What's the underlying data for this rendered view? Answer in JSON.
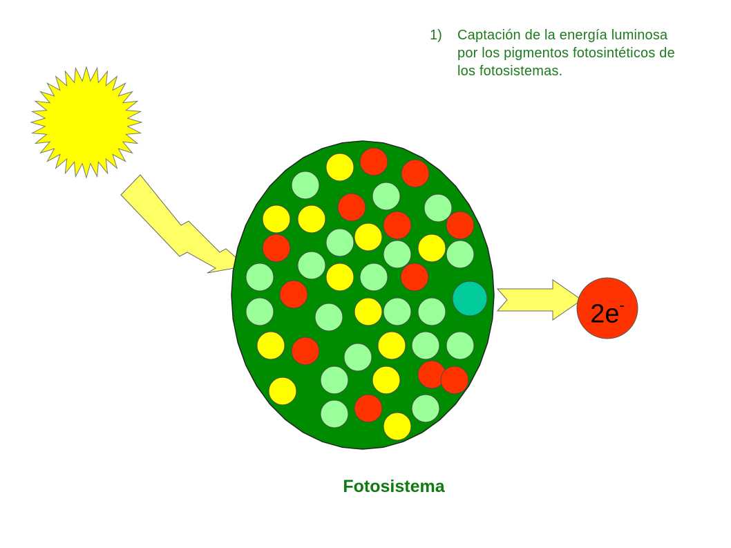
{
  "step": {
    "number": "1)",
    "text": "Captación de la energía luminosa por los pigmentos fotosintéticos de los fotosistemas."
  },
  "photosystem_label": "Fotosistema",
  "electron": {
    "base": "2e",
    "charge": "-"
  },
  "colors": {
    "sun": "#ffff00",
    "photosystem": "#008c00",
    "pigment_red": "#ff3300",
    "pigment_yellow": "#ffff00",
    "pigment_lightgreen": "#99ff99",
    "reaction_center": "#00cc99",
    "electron": "#ff3300",
    "arrow": "#ffff66",
    "text_green": "#1e7a1e"
  },
  "pigments": [
    {
      "type": "red"
    },
    {
      "type": "yellow"
    },
    {
      "type": "red"
    },
    {
      "type": "lightgreen"
    },
    {
      "type": "lightgreen"
    },
    {
      "type": "red"
    },
    {
      "type": "lightgreen"
    },
    {
      "type": "yellow"
    },
    {
      "type": "yellow"
    },
    {
      "type": "red"
    },
    {
      "type": "red"
    },
    {
      "type": "lightgreen"
    },
    {
      "type": "yellow"
    },
    {
      "type": "red"
    },
    {
      "type": "lightgreen"
    },
    {
      "type": "yellow"
    },
    {
      "type": "lightgreen"
    },
    {
      "type": "lightgreen"
    },
    {
      "type": "yellow"
    },
    {
      "type": "lightgreen"
    },
    {
      "type": "red"
    },
    {
      "type": "lightgreen"
    },
    {
      "type": "red"
    },
    {
      "type": "lightgreen"
    },
    {
      "type": "lightgreen"
    },
    {
      "type": "lightgreen"
    },
    {
      "type": "yellow"
    },
    {
      "type": "lightgreen"
    },
    {
      "type": "yellow"
    },
    {
      "type": "reaction_center"
    },
    {
      "type": "yellow"
    },
    {
      "type": "red"
    },
    {
      "type": "red"
    },
    {
      "type": "lightgreen"
    },
    {
      "type": "lightgreen"
    },
    {
      "type": "lightgreen"
    },
    {
      "type": "lightgreen"
    },
    {
      "type": "yellow"
    },
    {
      "type": "red"
    },
    {
      "type": "yellow"
    },
    {
      "type": "lightgreen"
    },
    {
      "type": "red"
    },
    {
      "type": "yellow"
    },
    {
      "type": "lightgreen"
    },
    {
      "type": "lightgreen"
    }
  ]
}
